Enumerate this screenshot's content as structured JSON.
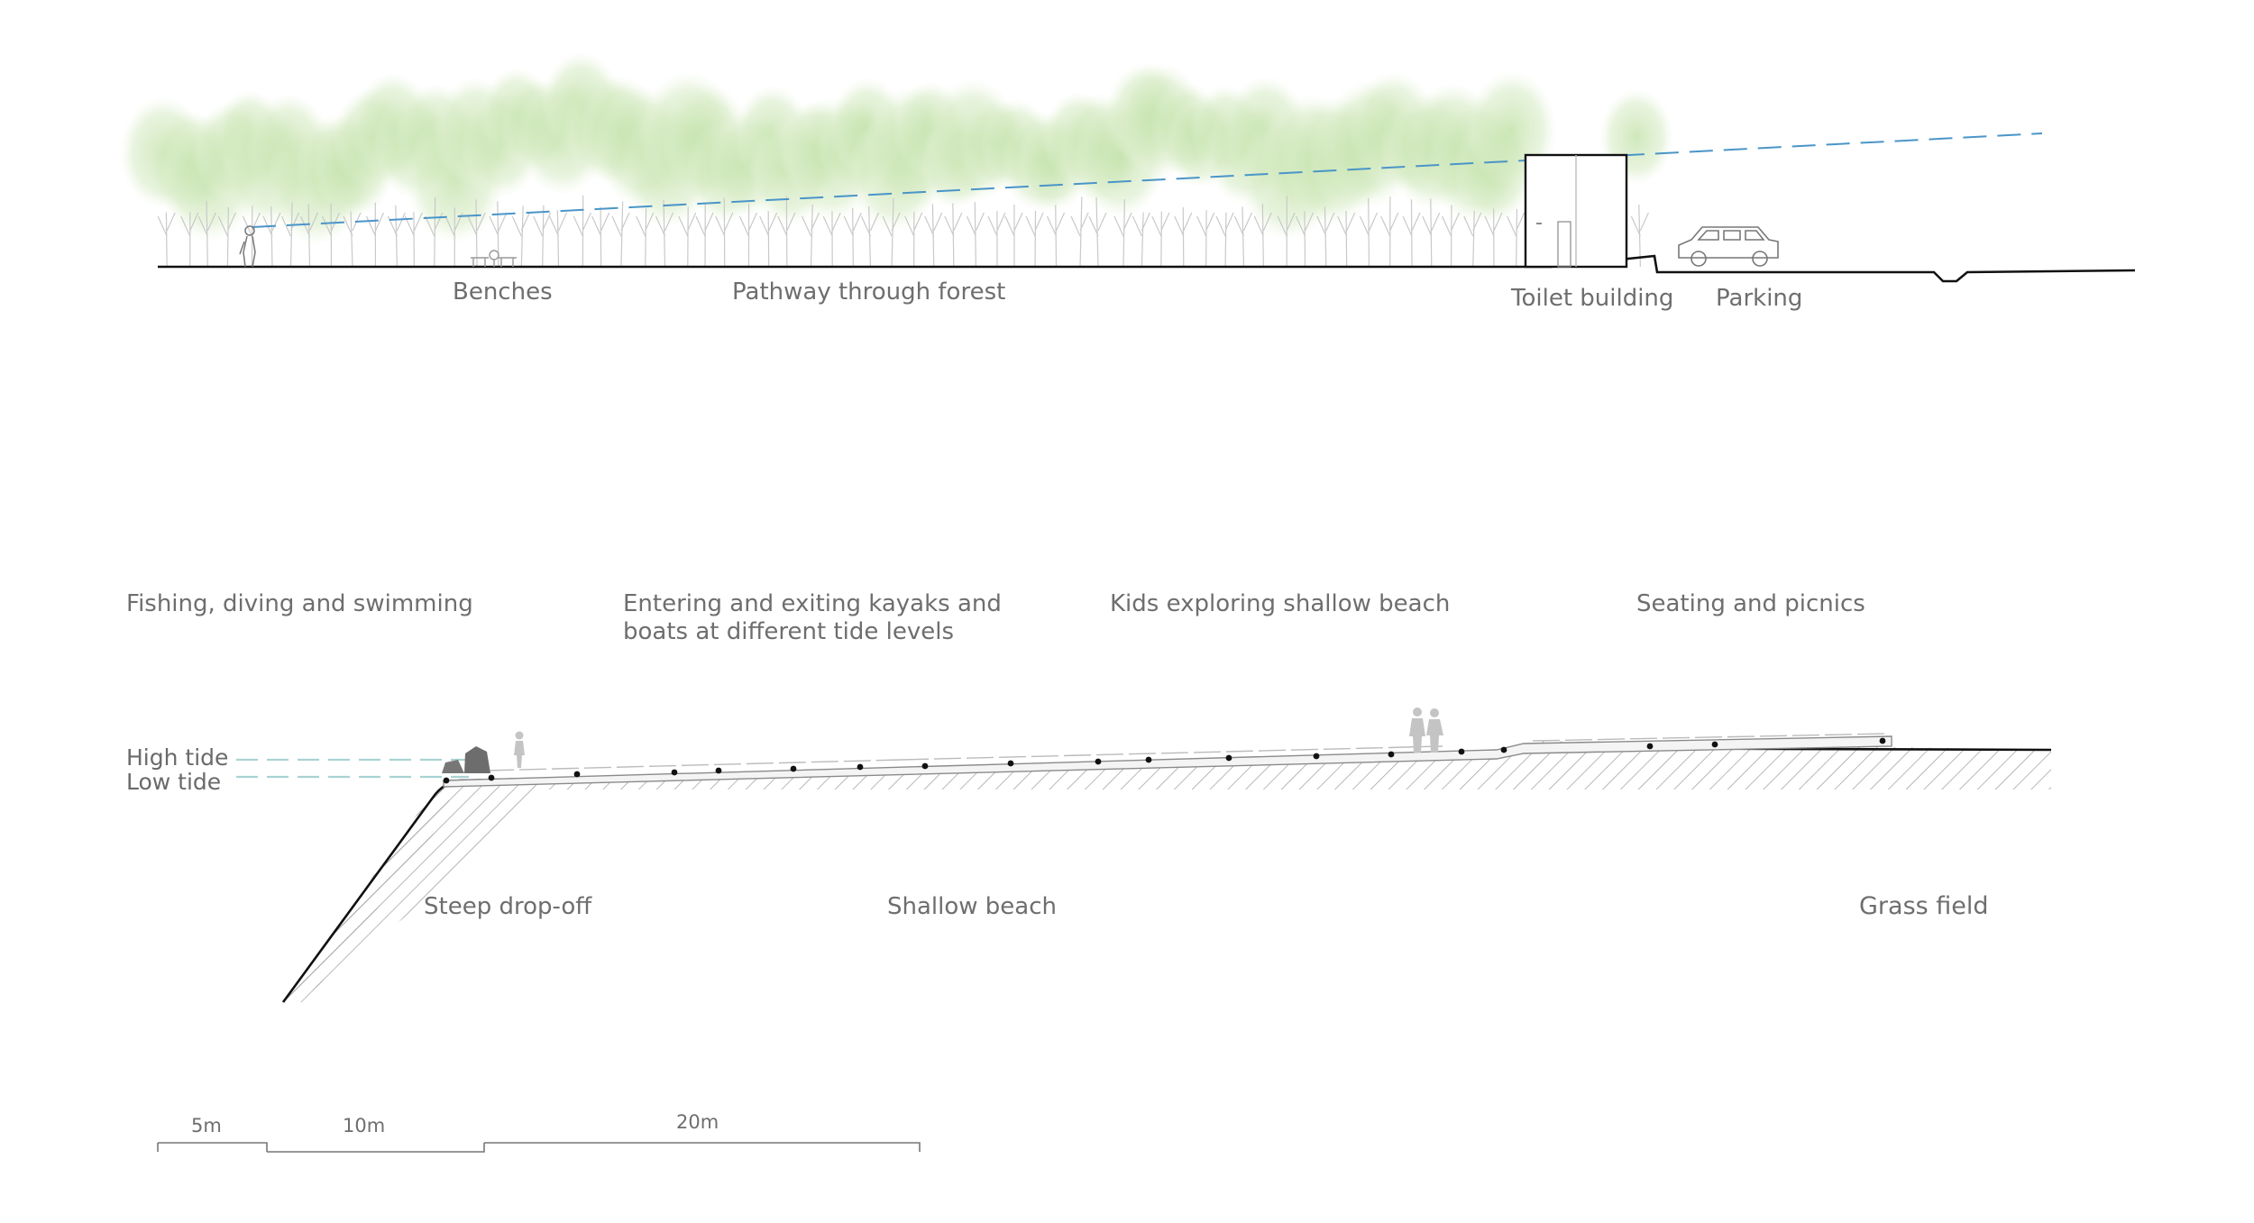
{
  "section_top": {
    "labels": {
      "benches": "Benches",
      "pathway": "Pathway through forest",
      "toilet": "Toilet building",
      "parking": "Parking"
    }
  },
  "section_bottom": {
    "activities": {
      "fishing": "Fishing, diving and swimming",
      "kayaks_line1": "Entering and exiting kayaks and",
      "kayaks_line2": "boats at different tide levels",
      "kids": "Kids exploring shallow beach",
      "seating": "Seating and picnics"
    },
    "tides": {
      "high": "High tide",
      "low": "Low tide"
    },
    "zones": {
      "dropoff": "Steep drop-off",
      "beach": "Shallow beach",
      "grass": "Grass field"
    }
  },
  "scale_bar": {
    "seg1": "5m",
    "seg2": "10m",
    "seg3": "20m"
  },
  "colors": {
    "sightline": "#4a95c8",
    "tideline": "#a9d3d3",
    "foliage": "#cfe6b8",
    "ground": "#111111"
  }
}
